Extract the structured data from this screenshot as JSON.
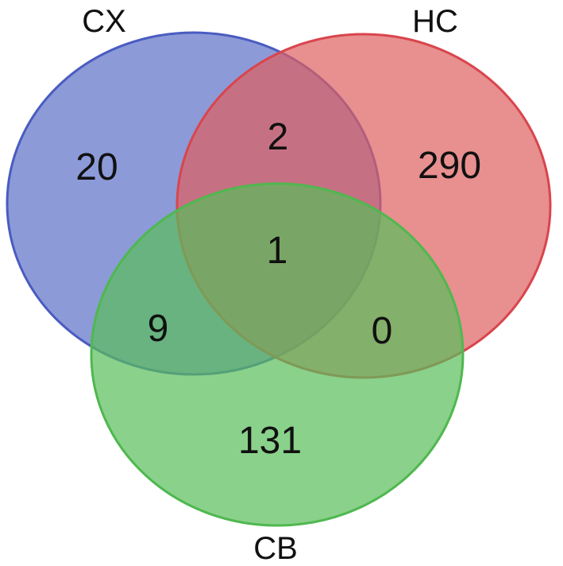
{
  "sets": [
    {
      "id": "cx",
      "label": "CX",
      "fill": "#5b6fc8",
      "stroke": "#4a5cc0"
    },
    {
      "id": "hc",
      "label": "HC",
      "fill": "#de5f5f",
      "stroke": "#d9454d"
    },
    {
      "id": "cb",
      "label": "CB",
      "fill": "#58be5a",
      "stroke": "#4fb84f"
    }
  ],
  "fill_opacity": 0.7,
  "regions": {
    "cx_only": "20",
    "hc_only": "290",
    "cb_only": "131",
    "cx_hc": "2",
    "cx_cb": "9",
    "hc_cb": "0",
    "cx_hc_cb": "1"
  }
}
